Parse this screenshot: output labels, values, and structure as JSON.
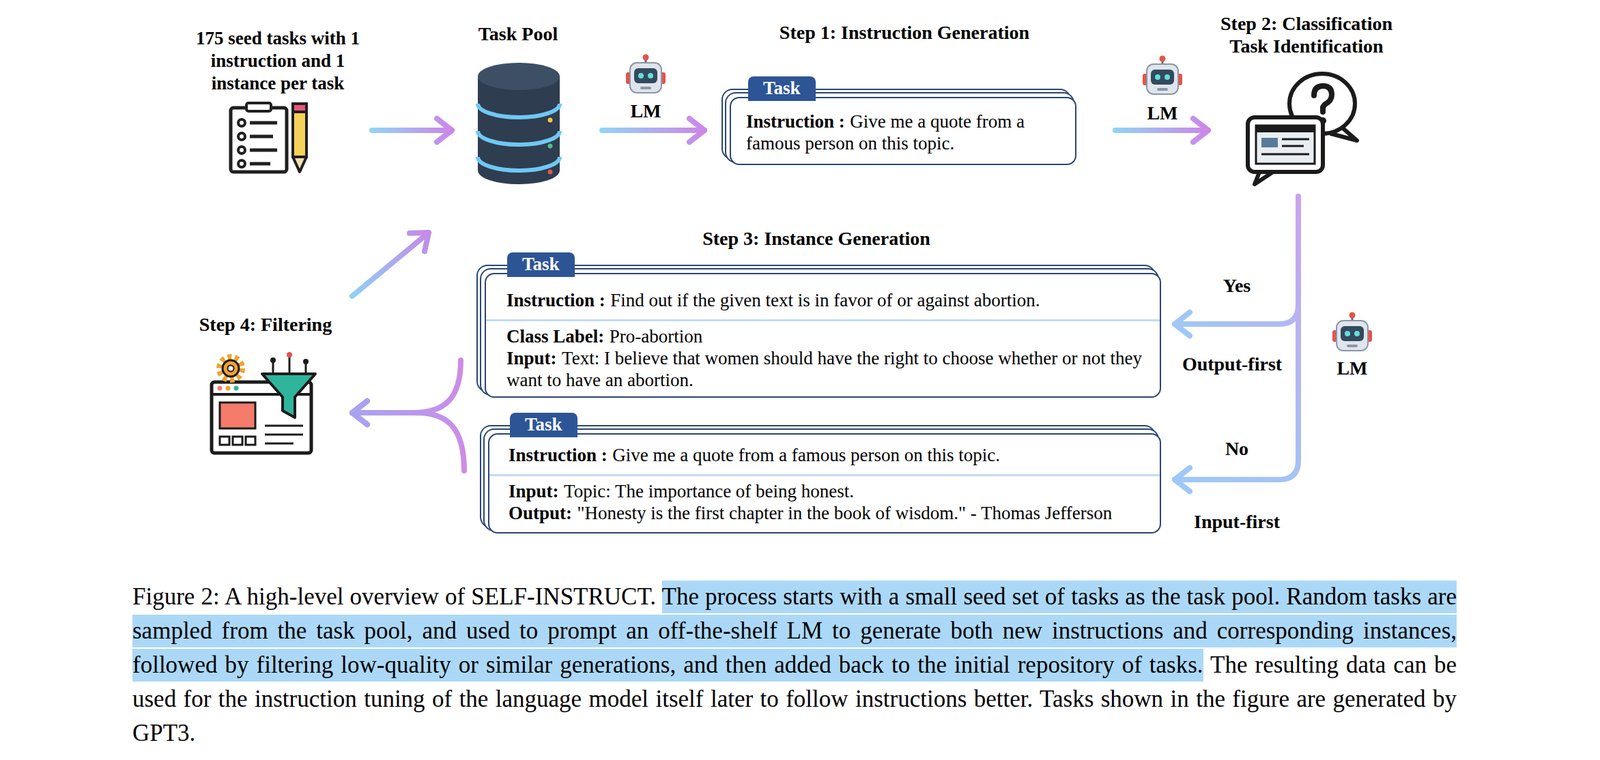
{
  "diagram": {
    "caption": "Figure 2: A high-level overview of SELF-INSTRUCT. The process starts with a small seed set of tasks as the task pool. Random tasks are sampled from the task pool, and used to prompt an off-the-shelf LM to generate both new instructions and corresponding instances, followed by filtering low-quality or similar generations, and then added back to the initial repository of tasks. The resulting data can be used for the instruction tuning of the language model itself later to follow instructions better. Tasks shown in the figure are generated by GPT3.",
    "nodes": [
      {
        "text": [
          "175 seed tasks with 1 instruction and 1 instance per task"
        ]
      },
      {
        "text": [
          "Task Pool"
        ]
      },
      {
        "text": [
          "Task",
          "Instruction :",
          "Give me a quote from a famous person on this topic."
        ]
      },
      {
        "text": [
          "Step 2: Classification Task Identification"
        ]
      },
      {
        "text": [
          "Task",
          "Instruction :",
          "Find out if the given text is in favor of or against abortion.",
          "Class Label:",
          "Pro-abortion",
          "Input:",
          "Text: I believe that women should have the right to choose whether or not they want to have an abortion."
        ]
      },
      {
        "text": [
          "Task",
          "Instruction :",
          "Give me a quote from a famous person on this topic.",
          "Input:",
          "Topic: The importance of being honest.",
          "Output:",
          "\"Honesty is the first chapter in the book of wisdom.\" - Thomas Jefferson"
        ]
      },
      {
        "text": [
          "Step 4: Filtering"
        ]
      }
    ],
    "edges": [
      {
        "from": 0,
        "to": 1,
        "arrow": "to"
      },
      {
        "from": 1,
        "to": 2,
        "arrow": "to",
        "label": "LM"
      },
      {
        "from": 2,
        "to": 3,
        "arrow": "to",
        "label": "LM"
      },
      {
        "from": 3,
        "to": 4,
        "arrow": "to",
        "label": "Yes"
      },
      {
        "from": 3,
        "to": 5,
        "arrow": "to",
        "label": "No"
      },
      {
        "from": 4,
        "to": 6,
        "arrow": "to"
      },
      {
        "from": 5,
        "to": 6,
        "arrow": "to"
      },
      {
        "from": 6,
        "to": 1,
        "arrow": "to"
      }
    ],
    "labels": [
      "Step 1: Instruction Generation",
      "Step 3: Instance Generation",
      "LM",
      "Output-first",
      "Input-first"
    ]
  }
}
